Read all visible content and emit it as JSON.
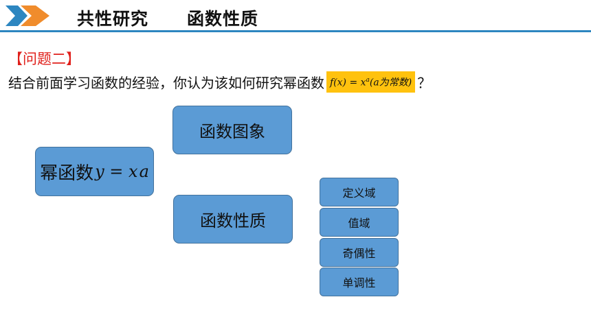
{
  "header": {
    "title_left": "共性研究",
    "title_right": "函数性质"
  },
  "question": {
    "title": "【问题二】",
    "text": "结合前面学习函数的经验，你认为该如何研究幂函数",
    "formula_lhs": "f(x) = x",
    "formula_sup": "a",
    "formula_rhs": "(a为常数)",
    "end_mark": "？"
  },
  "diagram": {
    "main_label": "幂函数",
    "main_formula": "y = x",
    "main_sup": "a",
    "graph_label": "函数图象",
    "property_label": "函数性质",
    "properties": [
      "定义域",
      "值域",
      "奇偶性",
      "单调性"
    ]
  },
  "colors": {
    "accent": "#2d86c0",
    "arrow_orange": "#f08c2c",
    "box_fill": "#5b9bd5",
    "box_border": "#41719c",
    "highlight": "#ffc20e",
    "question_red": "#e0201b"
  }
}
